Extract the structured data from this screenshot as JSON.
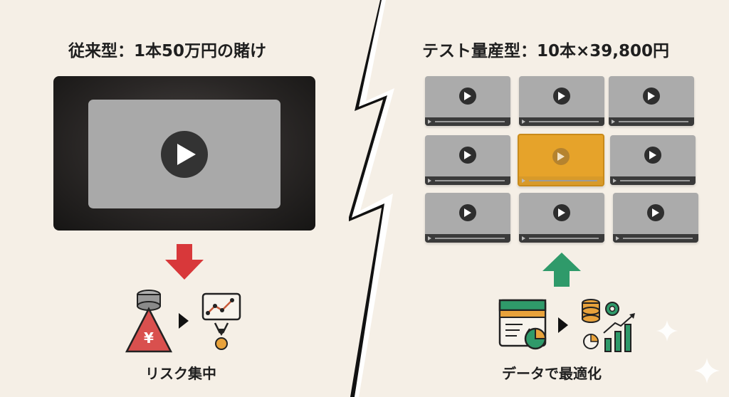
{
  "left": {
    "title": "従来型：1本50万円の賭け",
    "caption": "リスク集中",
    "arrow_color": "#d8383a",
    "risk_icon_label": "¥"
  },
  "right": {
    "title": "テスト量産型：10本×39,800円",
    "caption": "データで最適化",
    "arrow_color": "#2f9a6a",
    "highlight_color": "#e6a32a"
  },
  "icons": [
    "play-icon",
    "yen-risk-icon",
    "trend-chart-icon",
    "coin-icon",
    "dashboard-icon",
    "analytics-growth-icon",
    "lightning-divider",
    "sparkle-icon"
  ]
}
